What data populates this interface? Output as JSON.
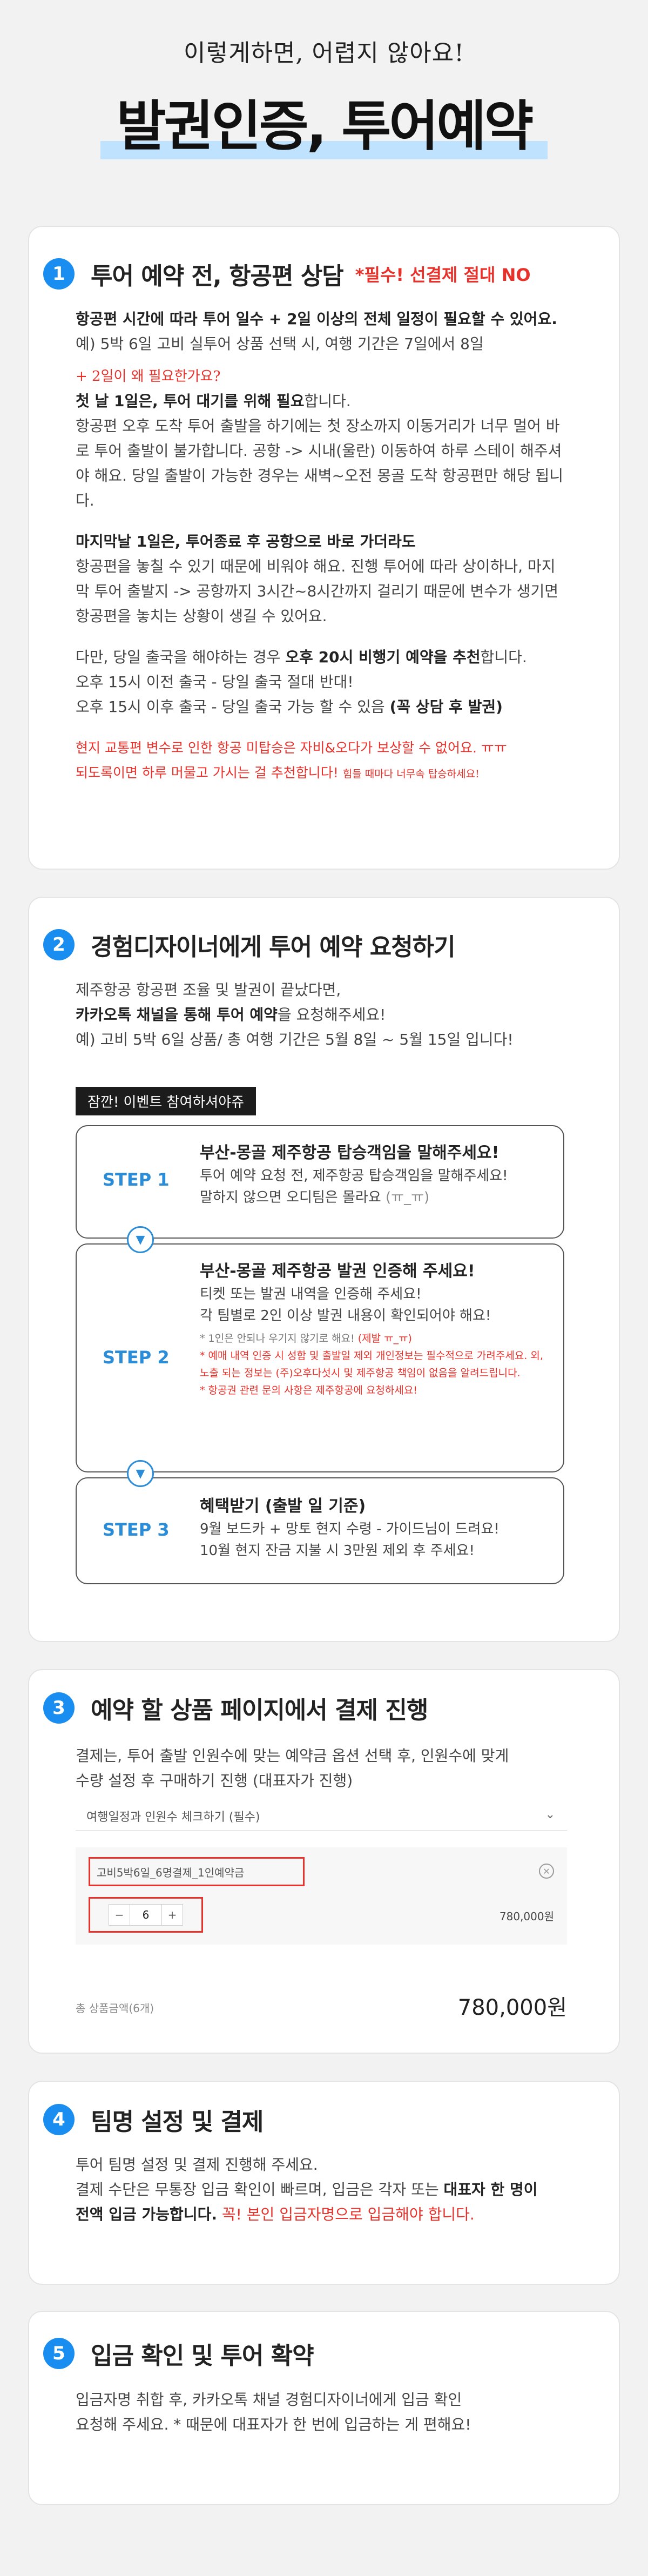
{
  "hero": {
    "subtitle": "이렇게하면, 어렵지 않아요!",
    "title": "발권인증, 투어예약"
  },
  "s1": {
    "num": "1",
    "title": "투어 예약 전, 항공편 상담",
    "warn": "*필수! 선결제 절대 NO",
    "p1_bold": "항공편 시간에 따라 투어 일수 + 2일 이상의 전체 일정이 필요할 수 있어요.",
    "p1_line": "예) 5박 6일 고비 실투어 상품 선택 시, 여행 기간은 7일에서 8일",
    "hand": "+ 2일이 왜 필요한가요?",
    "p2_bold": "첫 날 1일은, 투어 대기를 위해 필요",
    "p2_tail": "합니다.",
    "p2_text": "항공편 오후 도착 투어 출발을 하기에는 첫 장소까지 이동거리가 너무 멀어 바로 투어 출발이 불가합니다. 공항 -> 시내(울란) 이동하여 하루 스테이 해주셔야 해요. 당일 출발이 가능한 경우는 새벽~오전 몽골 도착 항공편만 해당 됩니다.",
    "p3_bold": "마지막날 1일은, 투어종료 후 공항으로 바로 가더라도",
    "p3_text": "항공편을 놓칠 수 있기 때문에 비워야 해요. 진행 투어에 따라 상이하나, 마지막 투어 출발지 -> 공항까지 3시간~8시간까지 걸리기 때문에 변수가 생기면 항공편을 놓치는 상황이 생길 수 있어요.",
    "p4_a": "다만, 당일 출국을 해야하는 경우 ",
    "p4_b": "오후 20시 비행기 예약을 추천",
    "p4_c": "합니다.",
    "p4_l2": "오후 15시 이전 출국 - 당일 출국 절대 반대!",
    "p4_l3a": "오후 15시 이후 출국 - 당일 출국 가능 할 수 있음 ",
    "p4_l3b": "(꼭 상담 후 발권)",
    "p5_l1a": "현지 교통편 변수로 인한 항공 미탑승은 자비&오다가 보상할 수 없어요. ",
    "p5_l1b": "ㅠㅠ",
    "p5_l2a": "되도록이면 하루 머물고 가시는 걸 추천합니다! ",
    "p5_l2b": "힘들 때마다 너무속 탑승하세요!"
  },
  "s2": {
    "num": "2",
    "title": "경험디자이너에게 투어 예약 요청하기",
    "l1": "제주항공 항공편 조율 및 발권이 끝났다면,",
    "l2_bold": "카카오톡 채널을 통해 투어 예약",
    "l2_tail": "을 요청해주세요!",
    "l3": "예) 고비 5박 6일 상품/ 총 여행 기간은 5월 8일 ~ 5월 15일 입니다!",
    "badge": "잠깐! 이벤트 참여하셔야쥬",
    "step1": {
      "label": "STEP 1",
      "h": "부산-몽골 제주항공 탑승객임을 말해주세요!",
      "t1": "투어 예약 요청 전, 제주항공 탑승객임을 말해주세요!",
      "t2a": "말하지 않으면 오디팀은 몰라요 ",
      "t2b": "(ㅠ_ㅠ)"
    },
    "step2": {
      "label": "STEP 2",
      "h": "부산-몽골 제주항공 발권 인증해 주세요!",
      "t1": "티켓 또는 발권 내역을 인증해 주세요!",
      "t2": "각 팀별로 2인 이상 발권 내용이 확인되어야 해요!",
      "s1a": "* 1인은 안되나 우기지 않기로 해요! ",
      "s1b": "(제발 ㅠ_ㅠ)",
      "s2": "* 예매 내역 인증 시 성함 및 출발일 제외 개인정보는 필수적으로 가려주세요. 외, 노출 되는 정보는 (주)오후다섯시 및 제주항공 책임이 없음을 알려드립니다.",
      "s3": "* 항공권 관련 문의 사항은 제주항공에 요청하세요!"
    },
    "step3": {
      "label": "STEP 3",
      "h": "혜택받기 (출발 일 기준)",
      "t1": "9월 보드카 + 망토 현지 수령 - 가이드님이 드려요!",
      "t2": "10월 현지 잔금 지불 시 3만원 제외 후 주세요!"
    }
  },
  "s3": {
    "num": "3",
    "title": "예약 할 상품 페이지에서 결제 진행",
    "l1": "결제는, 투어 출발 인원수에 맞는 예약금 옵션 선택 후, 인원수에 맞게",
    "l2": "수량 설정 후 구매하기 진행 (대표자가 진행)",
    "select_label": "여행일정과 인원수 체크하기 (필수)",
    "option_name": "고비5박6일_6명결제_1인예약금",
    "qty": "6",
    "minus": "−",
    "plus": "+",
    "option_price": "780,000원",
    "total_label": "총 상품금액(6개)",
    "total_value": "780,000원"
  },
  "s4": {
    "num": "4",
    "title": "팀명 설정 및 결제",
    "l1": "투어 팀명 설정 및 결제 진행해 주세요.",
    "l2a": "결제 수단은 무통장 입금 확인이 빠르며, 입금은 각자 또는 ",
    "l2b": "대표자 한 명이",
    "l3a": "전액 입금 가능합니다.",
    "l3b": " 꼭! 본인 입금자명으로 입금해야 합니다."
  },
  "s5": {
    "num": "5",
    "title": "입금 확인 및 투어 확약",
    "l1": "입금자명 취합 후, 카카오톡 채널 경험디자이너에게 입금 확인",
    "l2": "요청해 주세요. * 때문에 대표자가 한 번에 입금하는 게 편해요!"
  }
}
